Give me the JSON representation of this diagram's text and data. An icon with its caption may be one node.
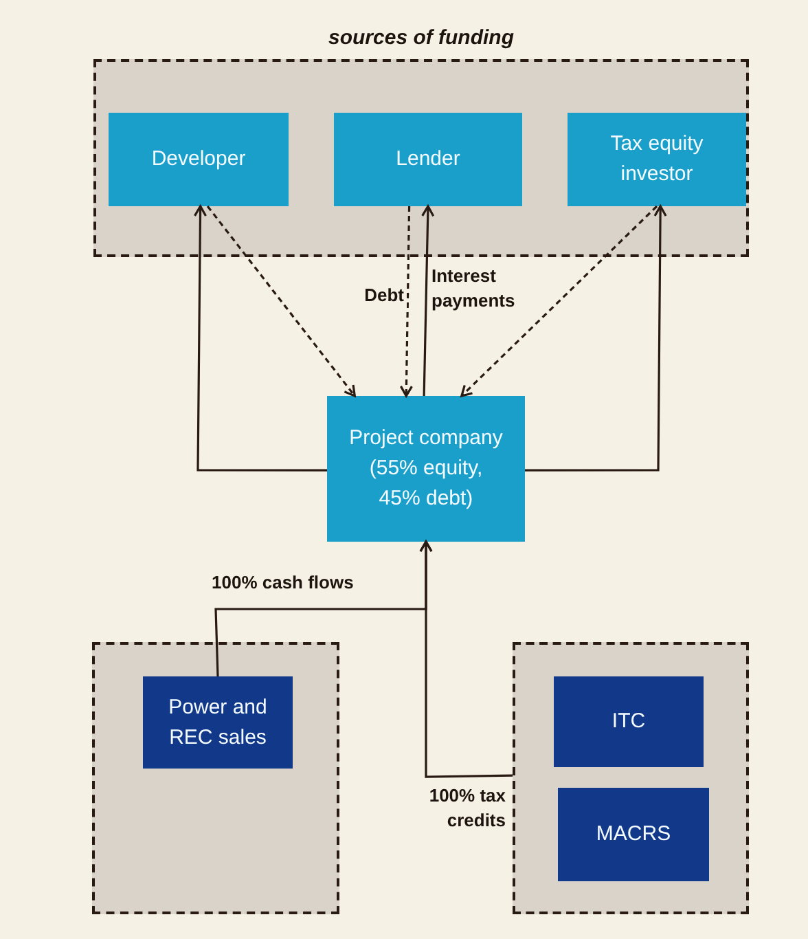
{
  "diagram": {
    "nodes": [
      {
        "text": [
          "sources of funding"
        ]
      },
      {
        "text": [
          "Developer"
        ],
        "in": 0
      },
      {
        "text": [
          "Lender"
        ],
        "in": 0
      },
      {
        "text": [
          "Tax equity investor"
        ],
        "in": 0
      },
      {
        "text": [
          "Project company (55% equity, 45% debt)"
        ]
      },
      {
        "text": [],
        "shape": "box"
      },
      {
        "text": [
          "Power and REC sales"
        ],
        "in": 5
      },
      {
        "text": [],
        "shape": "box"
      },
      {
        "text": [
          "ITC"
        ],
        "in": 7
      },
      {
        "text": [
          "MACRS"
        ],
        "in": 7
      }
    ],
    "edges": [
      {
        "from": 4,
        "to": 1,
        "arrow": "to"
      },
      {
        "from": 1,
        "to": 4,
        "arrow": "to",
        "style": "dashed"
      },
      {
        "from": 2,
        "to": 4,
        "arrow": "to",
        "style": "dashed",
        "label": "Debt"
      },
      {
        "from": 4,
        "to": 2,
        "arrow": "to",
        "label": "Interest payments"
      },
      {
        "from": 3,
        "to": 4,
        "arrow": "to",
        "style": "dashed"
      },
      {
        "from": 4,
        "to": 3,
        "arrow": "to"
      },
      {
        "from": 6,
        "to": 4,
        "arrow": "to",
        "label": "100% cash flows"
      },
      {
        "from": 7,
        "to": 4,
        "arrow": "to",
        "label": "100% tax credits"
      }
    ]
  }
}
